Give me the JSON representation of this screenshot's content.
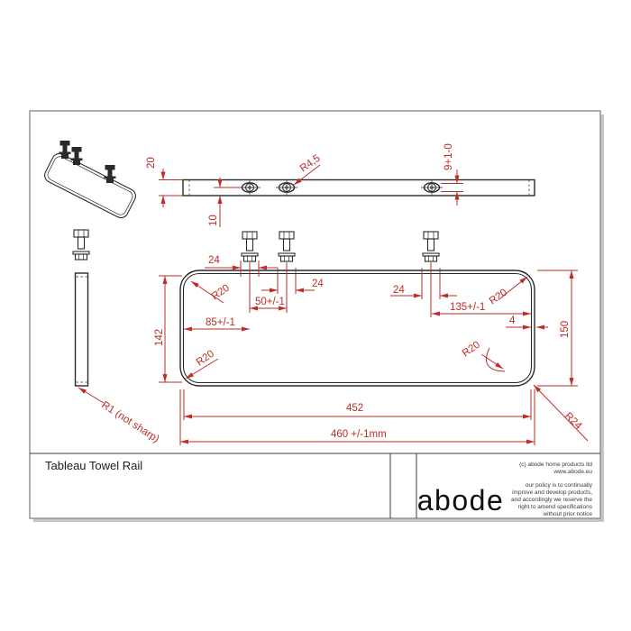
{
  "sheet": {
    "background": "#ffffff",
    "border_color": "#8f969c"
  },
  "colors": {
    "line": "#2a2a2a",
    "dimension": "#bf2b25"
  },
  "title_block": {
    "title": "Tableau Towel Rail",
    "brand": "abode",
    "copyright": [
      "(c) abode home products ltd",
      "www.abode.eu"
    ],
    "policy": [
      "our policy is to continually",
      "improve and develop products,",
      "and accordingly we reserve the",
      "right to amend specifications",
      "without prior notice"
    ]
  },
  "dims": {
    "thickness": "20",
    "hole_offset": "10",
    "hole_radius": "R4,5",
    "slot_height": "9+1-0",
    "slot_width": "24",
    "pair_spacing": "50+/-1",
    "first_slot_offset": "85+/-1",
    "last_slot_offset": "135+/-1",
    "edge_inset": "4",
    "outer_height": "150",
    "inner_height": "142",
    "inner_corner_radius": "R20",
    "outer_corner_radius": "R24",
    "inner_width": "452",
    "outer_width": "460 +/-1mm",
    "end_radius": "R1 (not sharp)"
  }
}
